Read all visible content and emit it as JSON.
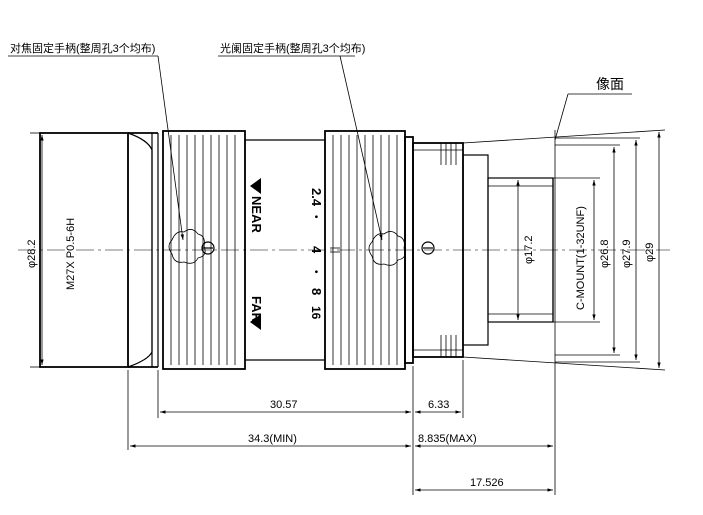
{
  "callouts": {
    "focus_handle": "对焦固定手柄(整周孔3个均布)",
    "iris_handle": "光阑固定手柄(整周孔3个均布)",
    "image_plane": "像面"
  },
  "ring_marks": {
    "near": "NEAR",
    "far": "FAR",
    "aperture_values": [
      "2.4",
      "•",
      "4",
      "•",
      "8",
      "16"
    ]
  },
  "dimensions": {
    "front_dia": "φ28.2",
    "thread": "M27X P0.5-6H",
    "rear_dia_17": "φ17.2",
    "mount": "C-MOUNT(1-32UNF)",
    "dia_26_8": "φ26.8",
    "dia_27_9": "φ27.9",
    "dia_29": "φ29",
    "len_30_57": "30.57",
    "len_6_33": "6.33",
    "len_34_3": "34.3(MIN)",
    "len_8_835": "8.835(MAX)",
    "len_17_526": "17.526"
  }
}
